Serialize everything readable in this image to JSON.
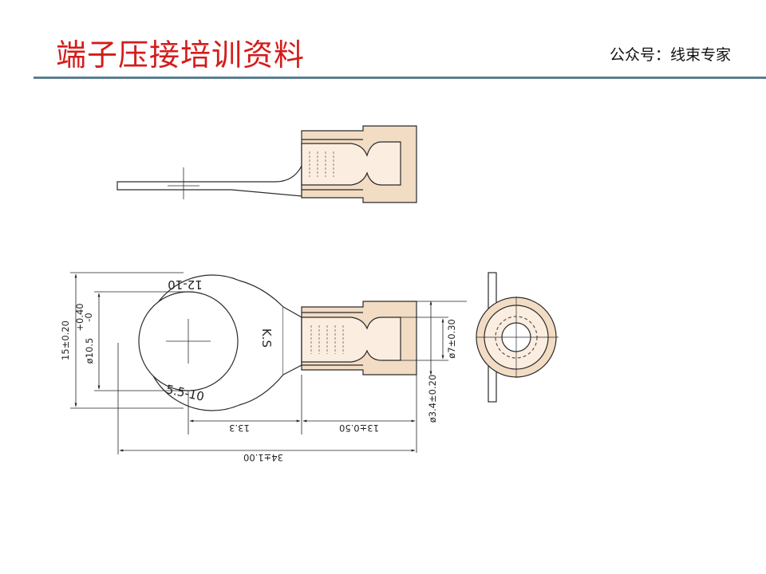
{
  "header": {
    "title": "端子压接培训资料",
    "account": "公众号：线束专家"
  },
  "drawing": {
    "dimensions": {
      "overall_height": "15±0.20",
      "hole_diameter_base": "ø10.5",
      "hole_tol_plus": "+0.40",
      "hole_tol_minus": "-0",
      "ring_length": "13.3",
      "barrel_length": "13±0.50",
      "overall_length": "34±1.00",
      "insulation_diameter": "ø7±0.30",
      "wire_barrel_diameter": "ø3.4±0.20"
    },
    "stamp": {
      "top": "12-10",
      "bottom": "5.5-10",
      "maker": "K.S"
    },
    "colors": {
      "line": "#2a2a2a",
      "insulation_fill": "#f2dcc4",
      "hidden_line": "#555555"
    }
  }
}
